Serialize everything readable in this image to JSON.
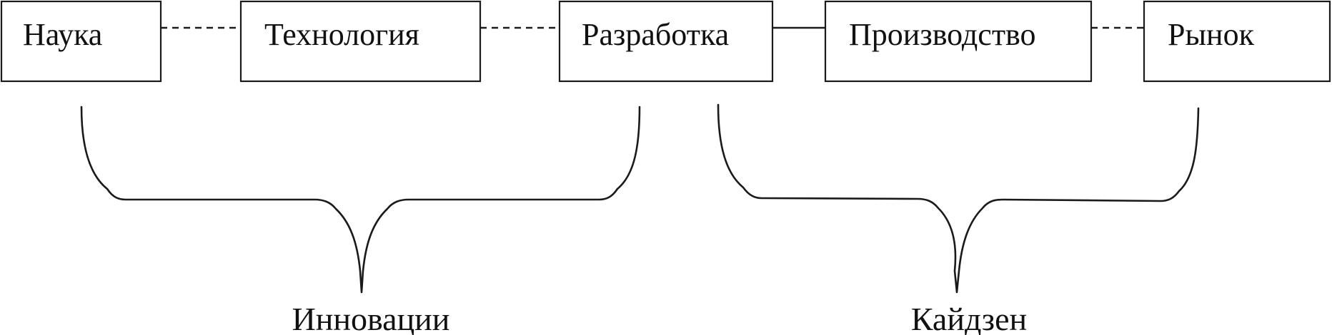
{
  "stages": [
    {
      "id": "science",
      "label": "Наука"
    },
    {
      "id": "technology",
      "label": "Технология"
    },
    {
      "id": "development",
      "label": "Разработка"
    },
    {
      "id": "production",
      "label": "Производство"
    },
    {
      "id": "market",
      "label": "Рынок"
    }
  ],
  "connectors": [
    {
      "from": "science",
      "to": "technology",
      "style": "dashed"
    },
    {
      "from": "technology",
      "to": "development",
      "style": "dashed"
    },
    {
      "from": "development",
      "to": "production",
      "style": "solid"
    },
    {
      "from": "production",
      "to": "market",
      "style": "dashed"
    }
  ],
  "groups": [
    {
      "id": "innovation",
      "label": "Инновации",
      "spans": [
        "science",
        "development"
      ]
    },
    {
      "id": "kaizen",
      "label": "Кайдзен",
      "spans": [
        "development",
        "market"
      ]
    }
  ]
}
